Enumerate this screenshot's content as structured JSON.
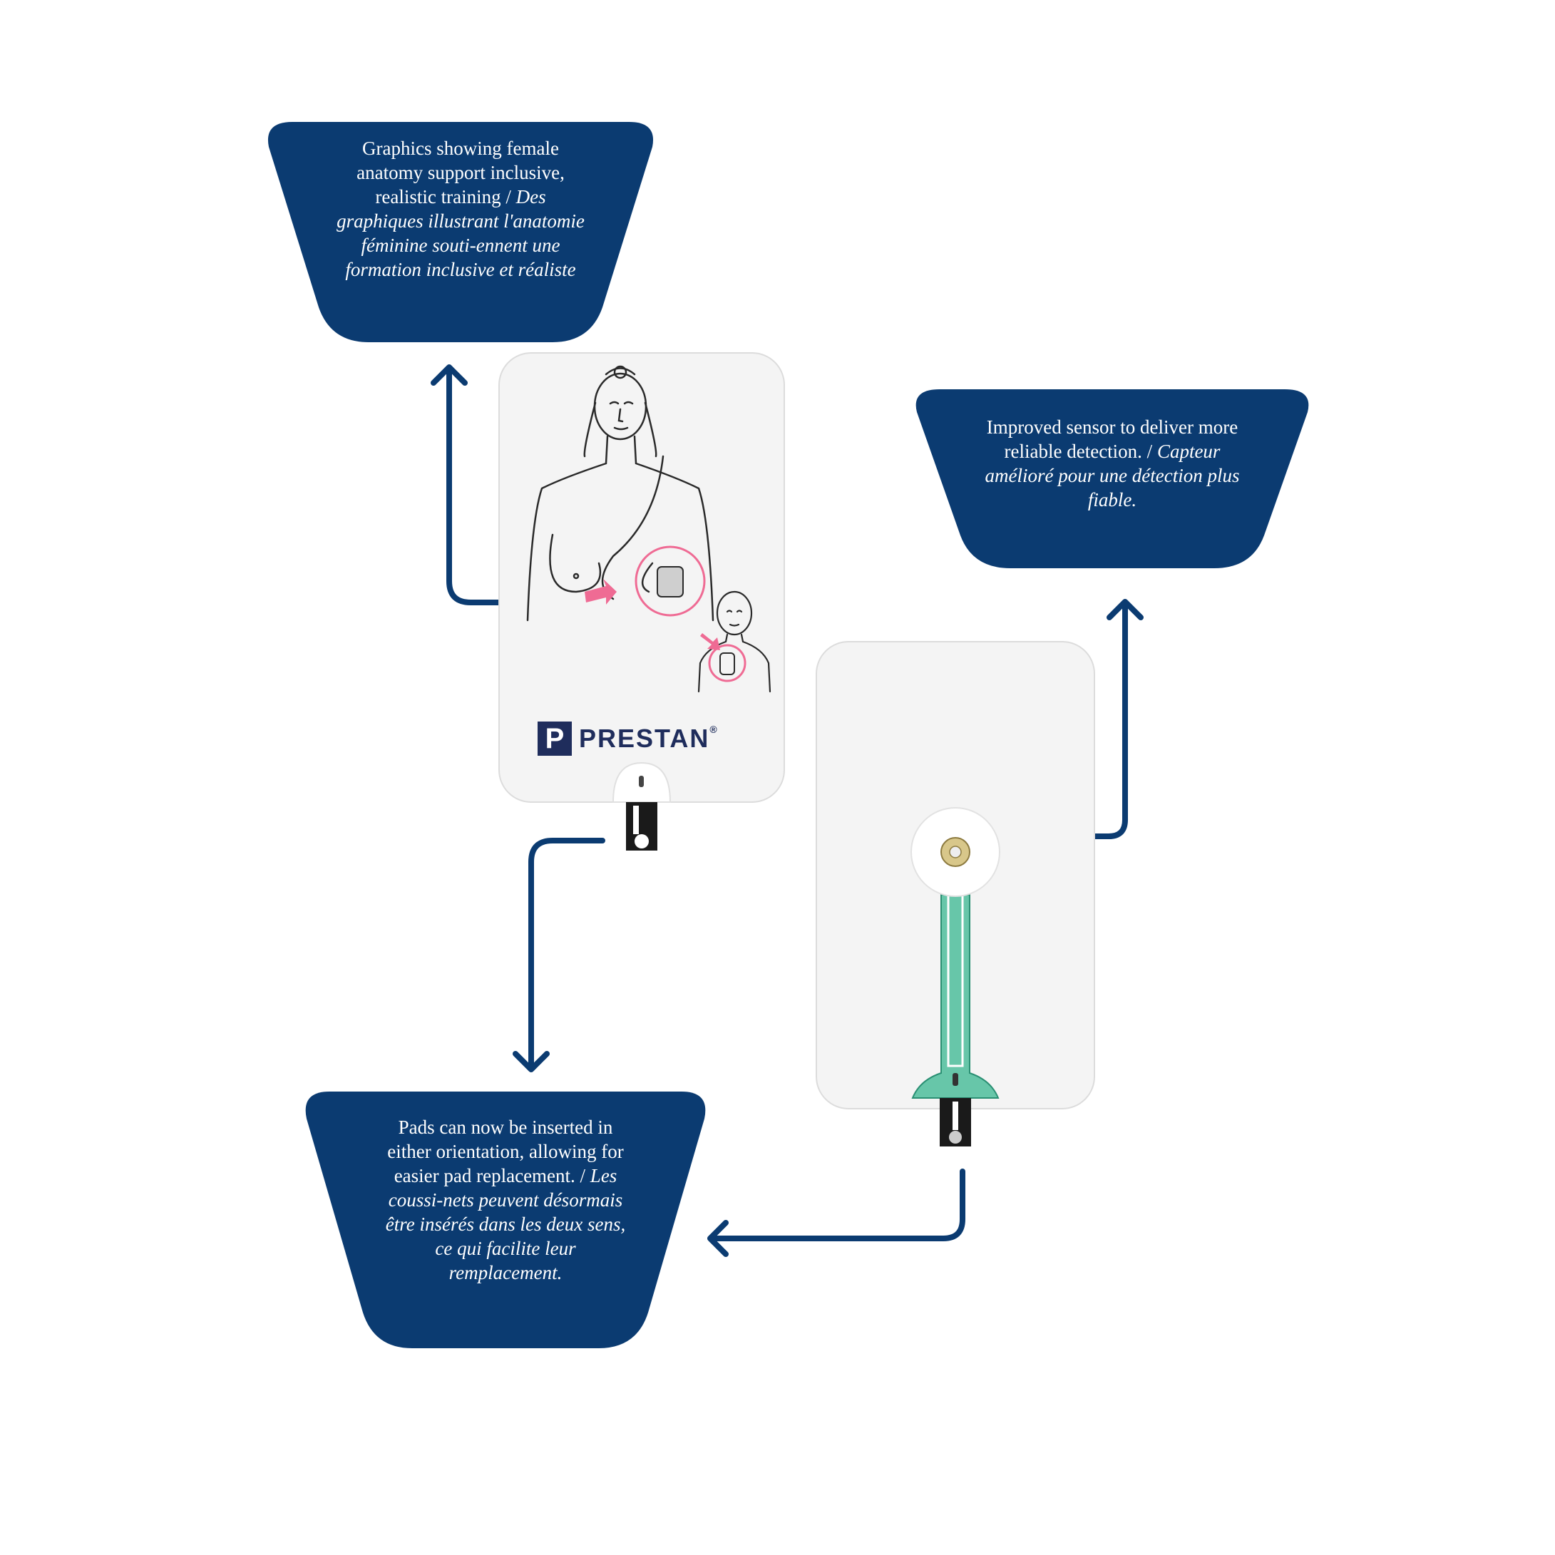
{
  "colors": {
    "navy": "#0b3b71",
    "pad_white": "#f4f4f4",
    "pink": "#ef6b94",
    "sensor_green": "#67c6a9",
    "logo_navy": "#1f2d5c"
  },
  "callouts": {
    "anatomy": {
      "en": "Graphics showing female anatomy support inclusive, realistic training / ",
      "fr": "Des graphiques illustrant l'anatomie féminine souti-ennent une formation inclusive et réaliste"
    },
    "sensor": {
      "en": "Improved sensor to deliver more reliable detection. / ",
      "fr": "Capteur amélioré pour une détection plus fiable."
    },
    "orientation": {
      "en": "Pads can now be inserted in either orientation, allowing for easier pad replacement. / ",
      "fr": "Les coussi-nets peuvent désormais être insérés dans les deux sens, ce qui facilite leur remplacement."
    }
  },
  "brand": {
    "logo_mark": "P",
    "name": "PRESTAN",
    "registered": "®"
  },
  "icons": [
    "up-arrow-icon",
    "down-arrow-icon",
    "left-arrow-icon"
  ]
}
